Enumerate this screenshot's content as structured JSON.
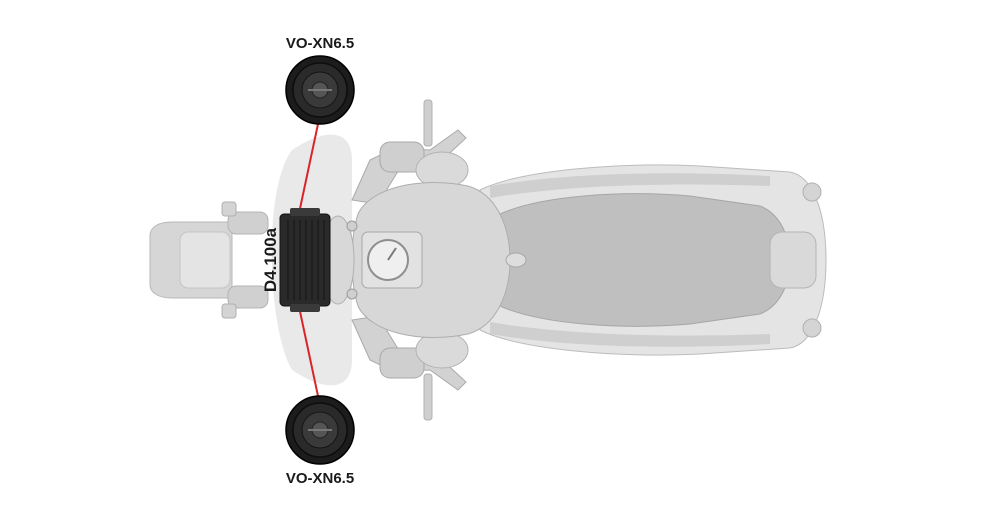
{
  "speakers": {
    "top_label": "VO-XN6.5",
    "bottom_label": "VO-XN6.5"
  },
  "amplifier": {
    "label": "D4.100a"
  },
  "colors": {
    "wire": "#d9252a",
    "bike_light": "#e6e6e6",
    "bike_mid": "#d4d4d4",
    "bike_dark": "#bdbdbd",
    "bike_outline": "#9e9e9e",
    "speaker_body": "#1c1c1c",
    "amp_body": "#2a2a2a"
  },
  "icons": [
    "speaker-icon",
    "amplifier-icon",
    "motorcycle-icon"
  ]
}
